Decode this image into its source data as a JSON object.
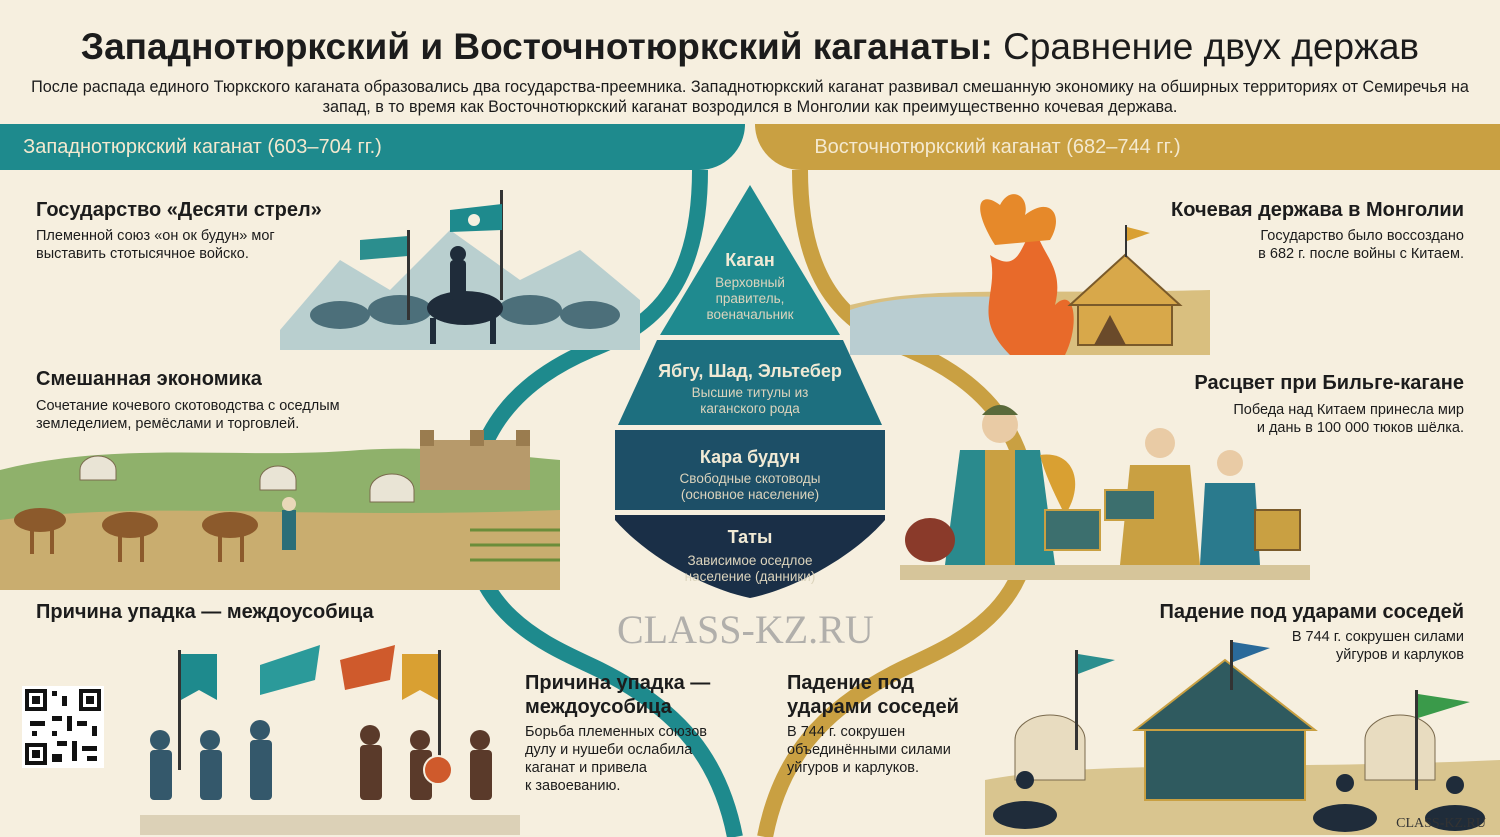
{
  "title": {
    "bold": "Западнотюркский и Восточнотюркский каганаты:",
    "regular": " Сравнение двух держав"
  },
  "intro": "После распада единого Тюркского каганата образовались два государства-преемника. Западнотюркский каганат развивал смешанную экономику на обширных территориях от Семиречья на запад, в то время как Восточнотюркский каганат возродился в Монголии как преимущественно кочевая держава.",
  "west": {
    "band": "Западнотюркский каганат (603–704 гг.)",
    "s1": {
      "title": "Государство «Десяти стрел»",
      "text1": "Племенной союз «он ок будун» мог",
      "text2": "выставить стотысячное войско."
    },
    "s2": {
      "title": "Смешанная экономика",
      "text1": "Сочетание кочевого скотоводства с оседлым",
      "text2": "земледелием, ремёслами и торговлей."
    },
    "s3": {
      "title": "Причина упадка — междоусобица"
    },
    "s4": {
      "title1": "Причина упадка —",
      "title2": "междоусобица",
      "text1": "Борьба племенных союзов",
      "text2": "дулу и нушеби ослабила",
      "text3": "каганат и привела",
      "text4": "к завоеванию."
    }
  },
  "east": {
    "band": "Восточнотюркский каганат (682–744 гг.)",
    "s1": {
      "title": "Кочевая держава в Монголии",
      "text1": "Государство было воссоздано",
      "text2": "в 682 г. после войны с Китаем."
    },
    "s2": {
      "title": "Расцвет при Бильге-кагане",
      "text1": "Победа над Китаем принесла мир",
      "text2": "и дань в 100 000 тюков шёлка."
    },
    "s3": {
      "title": "Падение под ударами соседей",
      "text1": "В 744 г. сокрушен силами",
      "text2": "уйгуров и карлуков"
    },
    "s4": {
      "title1": "Падение под",
      "title2": "ударами соседей",
      "text1": "В 744 г. сокрушен",
      "text2": "объединёнными силами",
      "text3": "уйгуров и карлуков."
    }
  },
  "pyramid": [
    {
      "title": "Каган",
      "lines": [
        "Верховный",
        "правитель,",
        "военачальник"
      ]
    },
    {
      "title": "Ябгу, Шад, Эльтебер",
      "lines": [
        "Высшие титулы из",
        "каганского рода"
      ]
    },
    {
      "title": "Кара будун",
      "lines": [
        "Свободные скотоводы",
        "(основное население)"
      ]
    },
    {
      "title": "Таты",
      "lines": [
        "Зависимое оседлое",
        "население (данники)"
      ]
    }
  ],
  "watermark": "CLASS-KZ.RU",
  "footer": "CLASS-KZ.RU",
  "colors": {
    "teal": "#1e8a8d",
    "gold": "#c9a042",
    "navy": "#1d3a55",
    "bg": "#f6efdf"
  }
}
